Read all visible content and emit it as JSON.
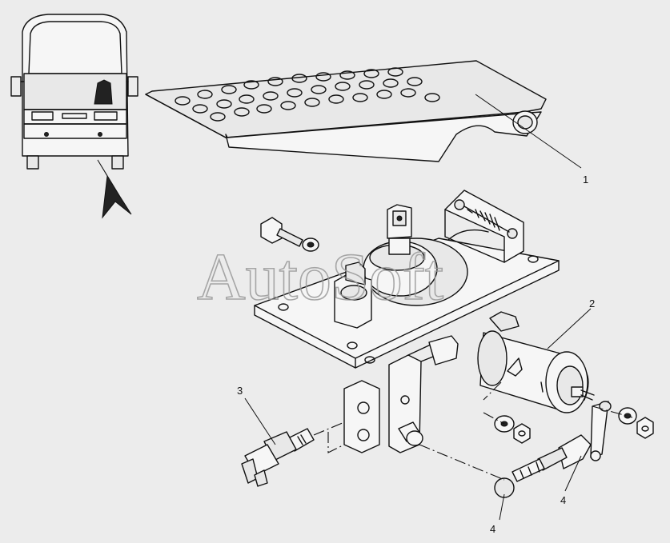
{
  "watermark": "AutoSoft",
  "callouts": [
    {
      "id": "1",
      "label": "1"
    },
    {
      "id": "2",
      "label": "2"
    },
    {
      "id": "3",
      "label": "3"
    },
    {
      "id": "4a",
      "label": "4"
    },
    {
      "id": "4b",
      "label": "4"
    }
  ]
}
